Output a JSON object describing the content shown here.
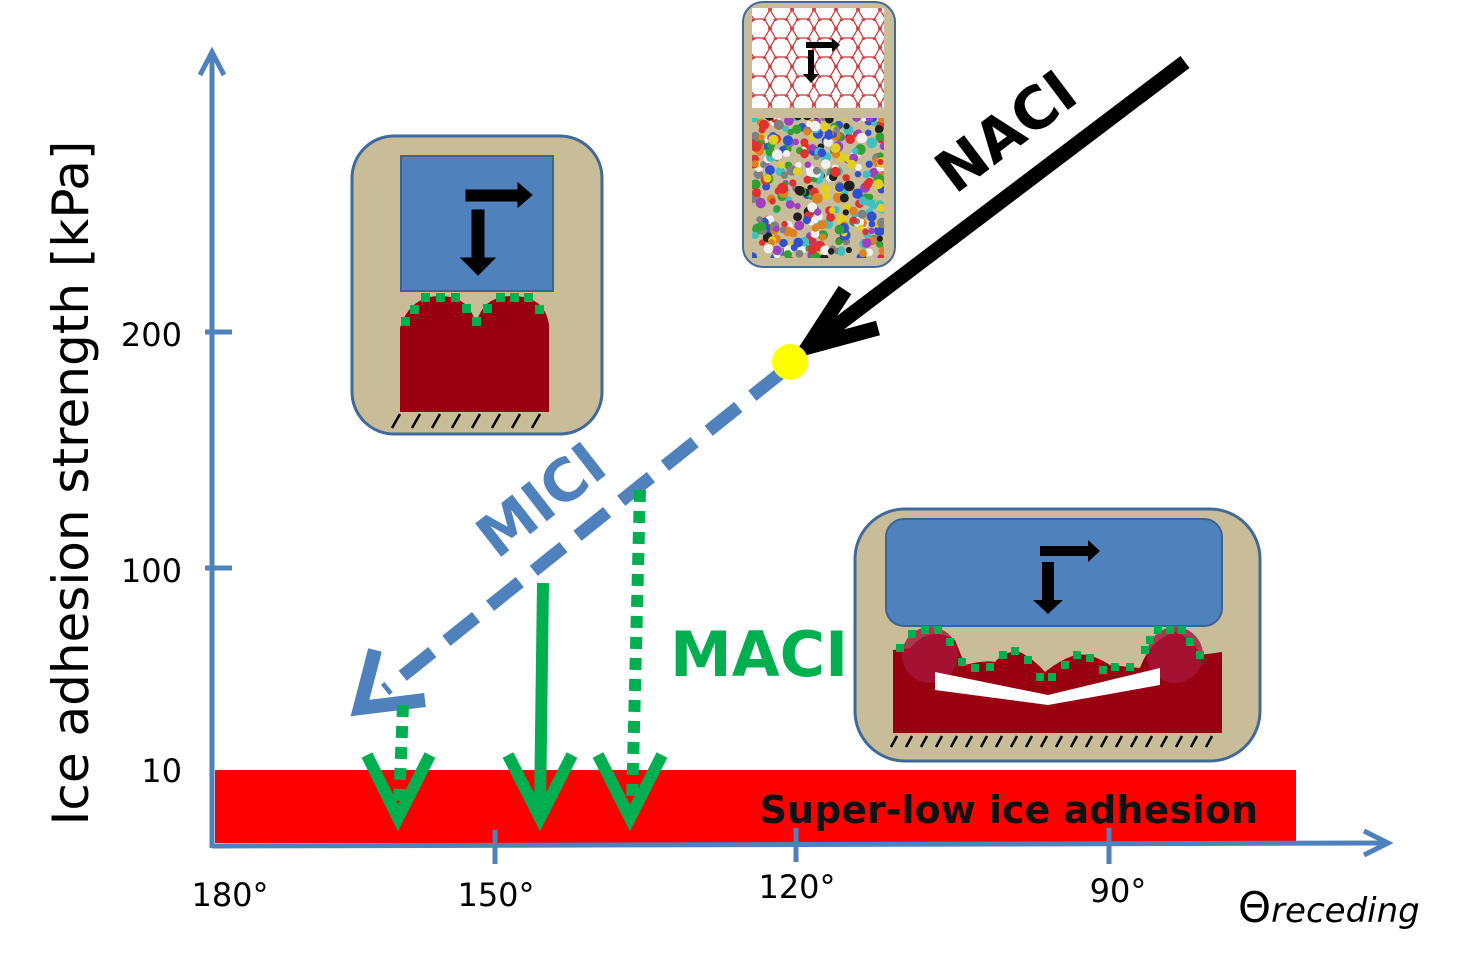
{
  "y_axis": {
    "label": "Ice adhesion strength [kPa]",
    "ticks": [
      "200",
      "100",
      "10"
    ]
  },
  "x_axis": {
    "symbol": "Θ",
    "subscript": "receding",
    "ticks": [
      "180°",
      "150°",
      "120°",
      "90°"
    ]
  },
  "labels": {
    "naci": "NACI",
    "mici": "MICI",
    "maci": "MACI",
    "band": "Super-low ice adhesion"
  },
  "colors": {
    "axis": "#4f81bd",
    "band": "#ff0000",
    "green": "#00b050",
    "ice": "#990012",
    "frame": "#c8bd98",
    "dot": "#ffff00"
  }
}
